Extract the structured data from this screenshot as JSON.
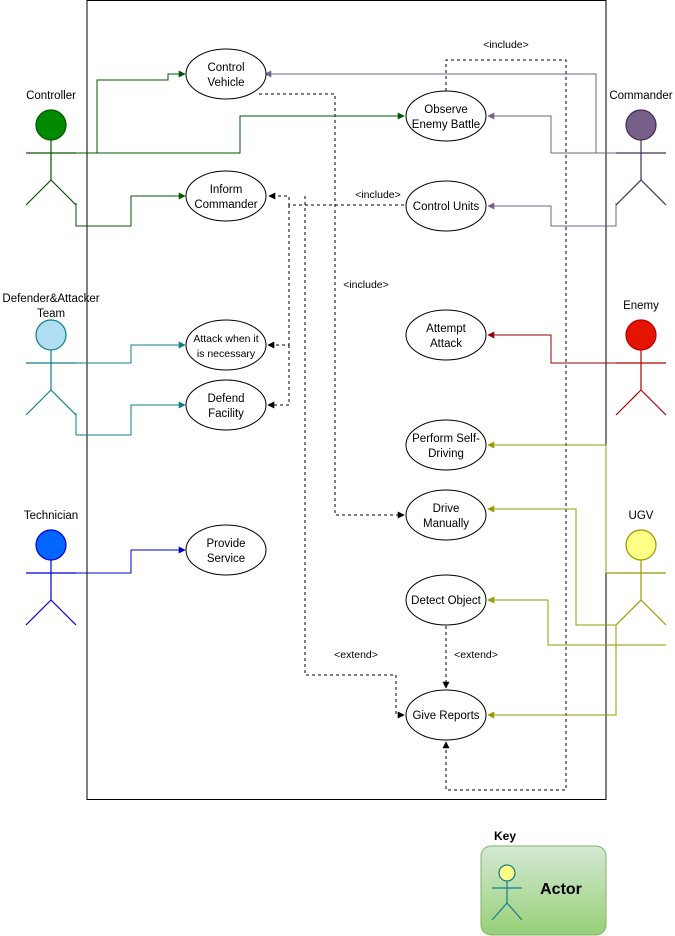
{
  "actors": {
    "controller": {
      "label": "Controller",
      "color": "#008a00"
    },
    "defender": {
      "label_line1": "Defender&Attacker",
      "label_line2": "Team",
      "color": "#b1ddf0"
    },
    "technician": {
      "label": "Technician",
      "color": "#0066ff"
    },
    "commander": {
      "label": "Commander",
      "color": "#76608a"
    },
    "enemy": {
      "label": "Enemy",
      "color": "#e51400"
    },
    "ugv": {
      "label": "UGV",
      "color": "#ffff88"
    }
  },
  "use_cases": {
    "control_vehicle": {
      "line1": "Control",
      "line2": "Vehicle"
    },
    "observe_enemy": {
      "line1": "Observe",
      "line2": "Enemy Battle"
    },
    "inform_commander": {
      "line1": "Inform",
      "line2": "Commander"
    },
    "control_units": {
      "line1": "Control Units"
    },
    "attack_necessary": {
      "line1": "Attack when it",
      "line2": "is necessary"
    },
    "attempt_attack": {
      "line1": "Attempt",
      "line2": "Attack"
    },
    "defend_facility": {
      "line1": "Defend",
      "line2": "Facility"
    },
    "self_driving": {
      "line1": "Perform Self-",
      "line2": "Driving"
    },
    "drive_manually": {
      "line1": "Drive",
      "line2": "Manually"
    },
    "provide_service": {
      "line1": "Provide",
      "line2": "Service"
    },
    "detect_object": {
      "line1": "Detect Object"
    },
    "give_reports": {
      "line1": "Give Reports"
    }
  },
  "relations": {
    "include_top": "<include>",
    "include_control_units": "<include>",
    "include_mid": "<include>",
    "extend_left": "<extend>",
    "extend_detect": "<extend>"
  },
  "line_colors": {
    "controller": "#005700",
    "defender": "#0e8088",
    "technician": "#0000cc",
    "commander": "#76608a",
    "enemy": "#990000",
    "ugv": "#999900"
  },
  "key": {
    "title": "Key",
    "actor_label": "Actor"
  }
}
